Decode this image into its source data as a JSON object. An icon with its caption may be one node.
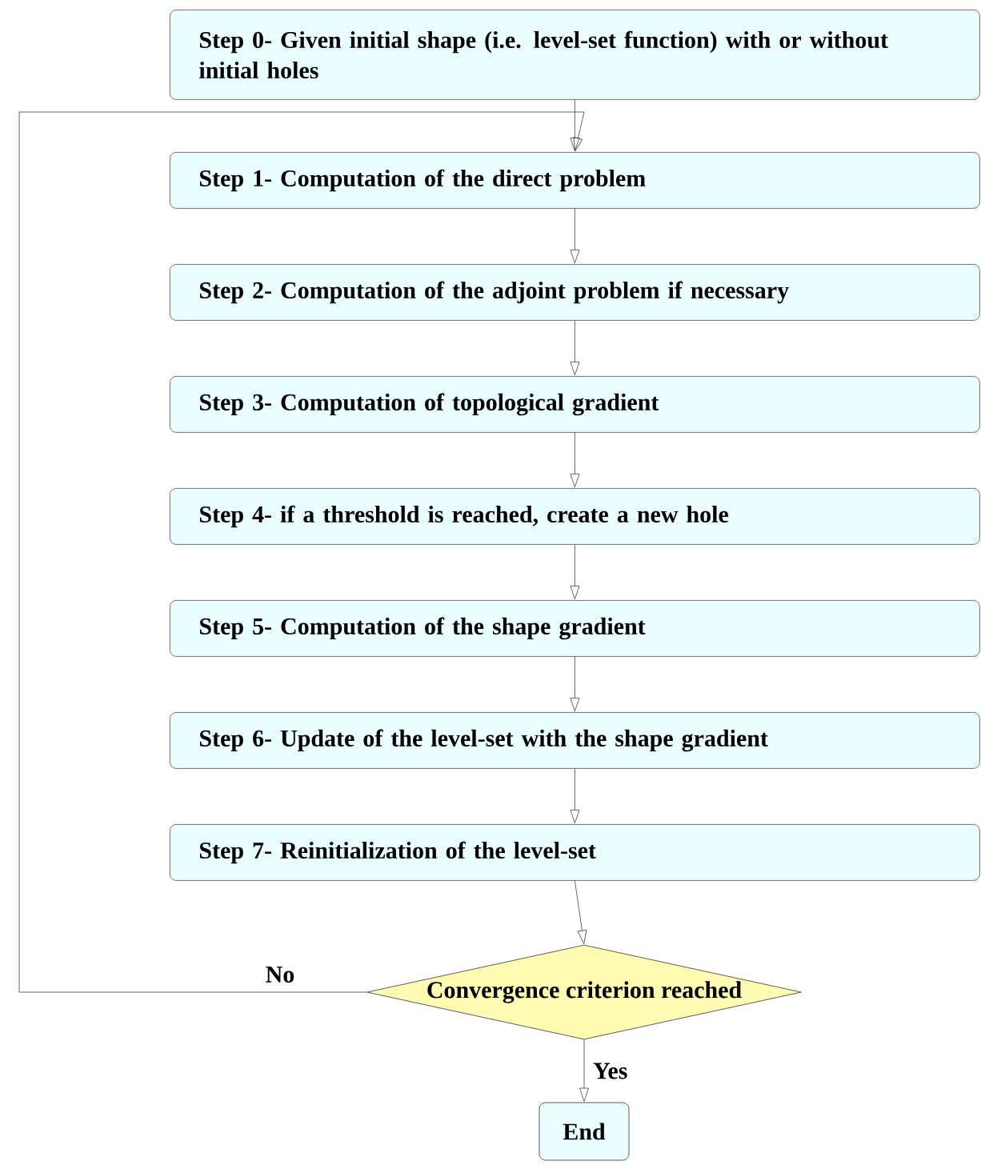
{
  "diagram": {
    "nodes": [
      {
        "text": [
          "Step 0- Given initial shape (i.e. level-set function) with or without initial holes"
        ]
      },
      {
        "text": [
          "Step 1- Computation of the direct problem"
        ]
      },
      {
        "text": [
          "Step 2- Computation of the adjoint problem if necessary"
        ]
      },
      {
        "text": [
          "Step 3- Computation of topological gradient"
        ]
      },
      {
        "text": [
          "Step 4- if a threshold is reached, create a new hole"
        ]
      },
      {
        "text": [
          "Step 5- Computation of the shape gradient"
        ]
      },
      {
        "text": [
          "Step 6- Update of the level-set with the shape gradient"
        ]
      },
      {
        "text": [
          "Step 7- Reinitialization of the level-set"
        ]
      },
      {
        "text": [
          "Convergence criterion reached"
        ]
      },
      {
        "text": [
          "End"
        ]
      }
    ],
    "edges": [
      {
        "from": 0,
        "to": 1,
        "arrow": "to"
      },
      {
        "from": 1,
        "to": 2,
        "arrow": "to"
      },
      {
        "from": 2,
        "to": 3,
        "arrow": "to"
      },
      {
        "from": 3,
        "to": 4,
        "arrow": "to"
      },
      {
        "from": 4,
        "to": 5,
        "arrow": "to"
      },
      {
        "from": 5,
        "to": 6,
        "arrow": "to"
      },
      {
        "from": 6,
        "to": 7,
        "arrow": "to"
      },
      {
        "from": 7,
        "to": 8,
        "arrow": "to"
      },
      {
        "from": 8,
        "to": 9,
        "arrow": "to",
        "label": "Yes"
      },
      {
        "from": 8,
        "to": 1,
        "arrow": "to",
        "label": "No"
      }
    ]
  }
}
